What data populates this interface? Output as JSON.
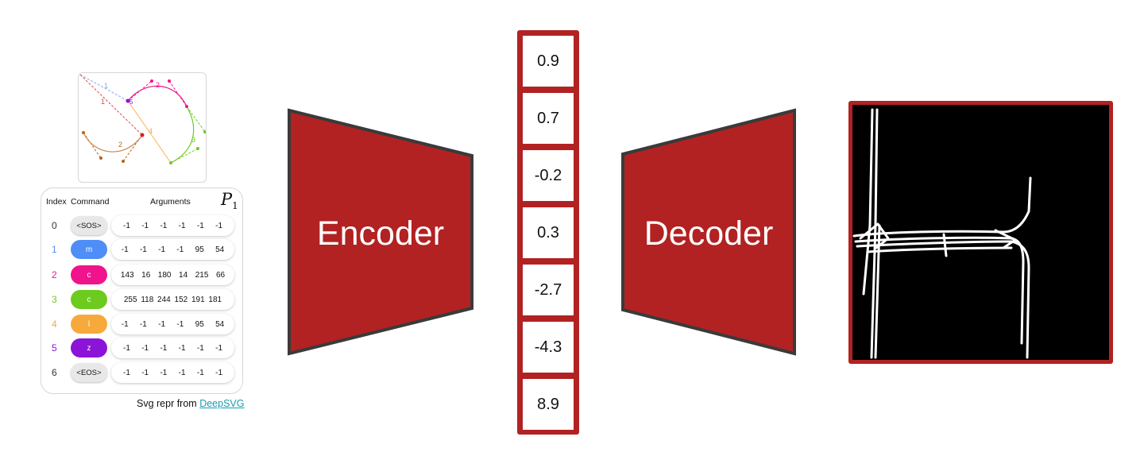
{
  "illustration": {
    "labels": [
      "1",
      "1",
      "5",
      "2",
      "4",
      "2",
      "3"
    ]
  },
  "table": {
    "headers": {
      "index": "Index",
      "command": "Command",
      "arguments": "Arguments"
    },
    "symbol": "P",
    "symbol_sub": "1",
    "rows": [
      {
        "index": "0",
        "command": "<SOS>",
        "color": "#e8e8e8",
        "index_color": "#333333",
        "args": "-1   -1   -1   -1   -1   -1"
      },
      {
        "index": "1",
        "command": "m",
        "color": "#4f8ef7",
        "index_color": "#4f8ef7",
        "args": "-1   -1   -1   -1   95   54"
      },
      {
        "index": "2",
        "command": "c",
        "color": "#f0148c",
        "index_color": "#f0148c",
        "args": "143  16  180  14  215  66"
      },
      {
        "index": "3",
        "command": "c",
        "color": "#6ccb1e",
        "index_color": "#6ccb1e",
        "args": "255 118 244 152 191 181"
      },
      {
        "index": "4",
        "command": "l",
        "color": "#f7a93b",
        "index_color": "#f7a93b",
        "args": "-1   -1   -1   -1   95   54"
      },
      {
        "index": "5",
        "command": "z",
        "color": "#8b14d8",
        "index_color": "#8b14d8",
        "args": "-1   -1   -1   -1   -1   -1"
      },
      {
        "index": "6",
        "command": "<EOS>",
        "color": "#e8e8e8",
        "index_color": "#333333",
        "args": "-1   -1   -1   -1   -1   -1"
      }
    ]
  },
  "credit": {
    "text": "Svg repr from ",
    "link": "DeepSVG"
  },
  "encoder": {
    "label": "Encoder"
  },
  "decoder": {
    "label": "Decoder"
  },
  "latent": {
    "values": [
      "0.9",
      "0.7",
      "-0.2",
      "0.3",
      "-2.7",
      "-4.3",
      "8.9"
    ]
  },
  "colors": {
    "accent": "#b22222",
    "shape_fill": "#b22222",
    "shape_stroke": "#3a3a3a",
    "link": "#1a9bb0"
  }
}
